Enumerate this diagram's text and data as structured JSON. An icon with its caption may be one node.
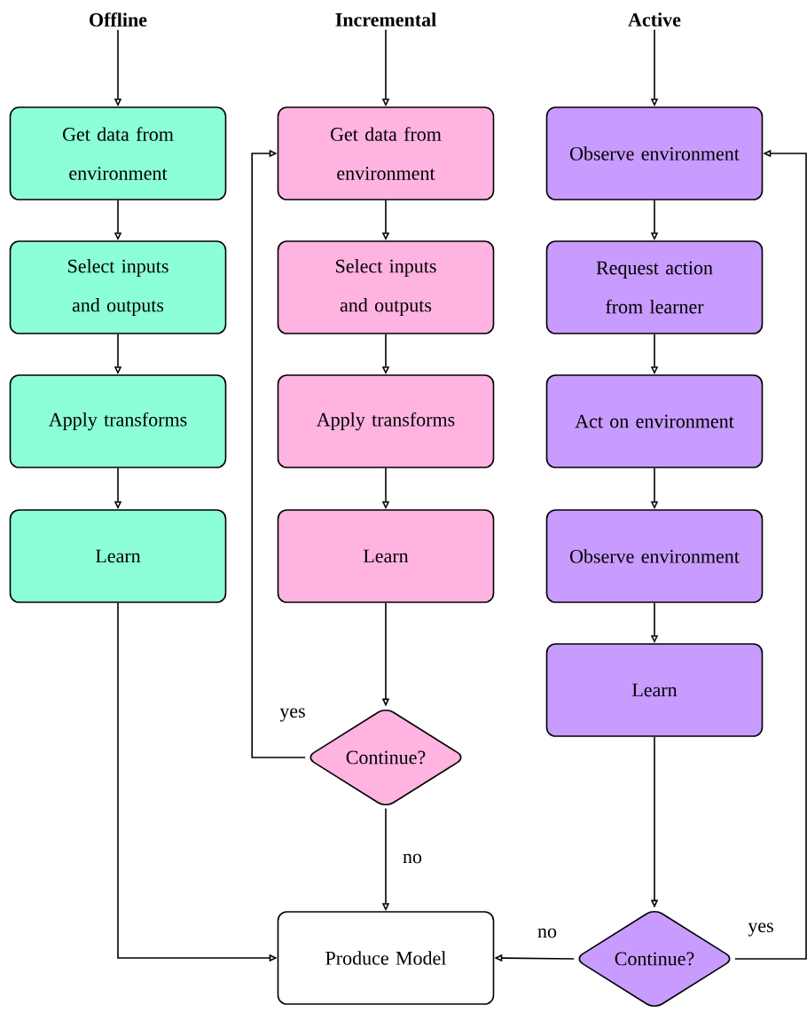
{
  "diagram": {
    "nodes": [
      {
        "text": [
          "Offline"
        ]
      },
      {
        "text": [
          "Get data from environment"
        ]
      },
      {
        "text": [
          "Select inputs and outputs"
        ]
      },
      {
        "text": [
          "Apply transforms"
        ]
      },
      {
        "text": [
          "Learn"
        ]
      },
      {
        "text": [
          "Incremental"
        ]
      },
      {
        "text": [
          "Get data from environment"
        ]
      },
      {
        "text": [
          "Select inputs and outputs"
        ]
      },
      {
        "text": [
          "Apply transforms"
        ]
      },
      {
        "text": [
          "Learn"
        ]
      },
      {
        "text": [
          "Continue?"
        ]
      },
      {
        "text": [
          "Active"
        ]
      },
      {
        "text": [
          "Observe environment"
        ]
      },
      {
        "text": [
          "Request action from learner"
        ]
      },
      {
        "text": [
          "Act on environment"
        ]
      },
      {
        "text": [
          "Observe environment"
        ]
      },
      {
        "text": [
          "Learn"
        ]
      },
      {
        "text": [
          "Continue?"
        ]
      },
      {
        "text": [
          "Produce Model"
        ]
      }
    ],
    "edges": [
      {
        "from": 0,
        "to": 1,
        "arrow": "to"
      },
      {
        "from": 1,
        "to": 2,
        "arrow": "to"
      },
      {
        "from": 2,
        "to": 3,
        "arrow": "to"
      },
      {
        "from": 3,
        "to": 4,
        "arrow": "to"
      },
      {
        "from": 4,
        "to": 18,
        "arrow": "to"
      },
      {
        "from": 5,
        "to": 6,
        "arrow": "to"
      },
      {
        "from": 6,
        "to": 7,
        "arrow": "to"
      },
      {
        "from": 7,
        "to": 8,
        "arrow": "to"
      },
      {
        "from": 8,
        "to": 9,
        "arrow": "to"
      },
      {
        "from": 9,
        "to": 10,
        "arrow": "to"
      },
      {
        "from": 10,
        "to": 6,
        "arrow": "to",
        "label": "yes"
      },
      {
        "from": 10,
        "to": 18,
        "arrow": "to",
        "label": "no"
      },
      {
        "from": 11,
        "to": 12,
        "arrow": "to"
      },
      {
        "from": 12,
        "to": 13,
        "arrow": "to"
      },
      {
        "from": 13,
        "to": 14,
        "arrow": "to"
      },
      {
        "from": 14,
        "to": 15,
        "arrow": "to"
      },
      {
        "from": 15,
        "to": 16,
        "arrow": "to"
      },
      {
        "from": 16,
        "to": 17,
        "arrow": "to"
      },
      {
        "from": 17,
        "to": 18,
        "arrow": "to",
        "label": "no"
      },
      {
        "from": 17,
        "to": 12,
        "arrow": "to",
        "label": "yes"
      }
    ]
  }
}
